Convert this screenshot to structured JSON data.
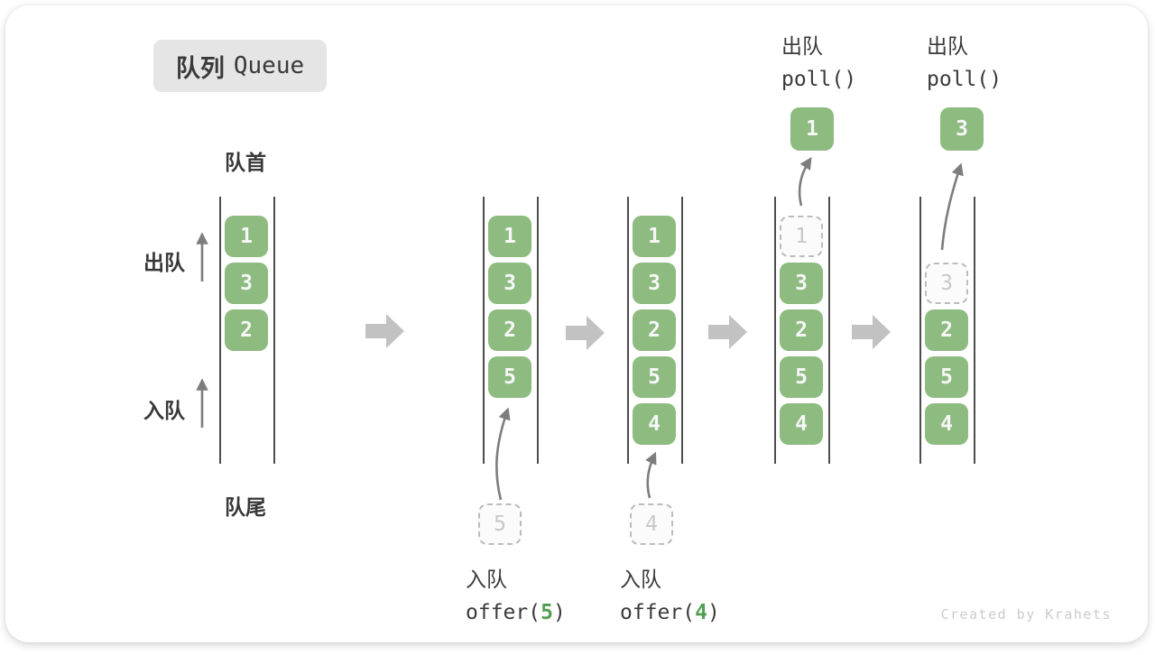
{
  "title": {
    "zh": "队列",
    "en": "Queue"
  },
  "labels": {
    "front": "队首",
    "rear": "队尾",
    "dequeue": "出队",
    "enqueue": "入队"
  },
  "columns": [
    {
      "boxes": [
        "1",
        "3",
        "2"
      ]
    },
    {
      "boxes": [
        "1",
        "3",
        "2",
        "5"
      ],
      "incoming": "5"
    },
    {
      "boxes": [
        "1",
        "3",
        "2",
        "5",
        "4"
      ],
      "incoming": "4"
    },
    {
      "boxes": [
        "3",
        "2",
        "5",
        "4"
      ],
      "removed": "1",
      "popped": "1"
    },
    {
      "boxes": [
        "2",
        "5",
        "4"
      ],
      "removed": "3",
      "popped": "3"
    }
  ],
  "ops": {
    "enqueue1": {
      "label": "入队",
      "pre": "offer(",
      "arg": "5",
      "post": ")"
    },
    "enqueue2": {
      "label": "入队",
      "pre": "offer(",
      "arg": "4",
      "post": ")"
    },
    "poll1": {
      "label": "出队",
      "code": "poll()"
    },
    "poll2": {
      "label": "出队",
      "code": "poll()"
    }
  },
  "watermark": "Created by Krahets",
  "colors": {
    "item_green": "#8dbb80",
    "item_text": "#f7f7f7",
    "code_arg_green": "#549e54",
    "badge_bg": "#e5e5e5",
    "text_dark": "#3a3a3a",
    "ghost_border": "#bcbcbc",
    "ghost_text": "#c8c8c8",
    "wall": "#4d4d4d",
    "flow_arrow": "#c2c2c2",
    "small_arrow": "#7d7d7d"
  }
}
